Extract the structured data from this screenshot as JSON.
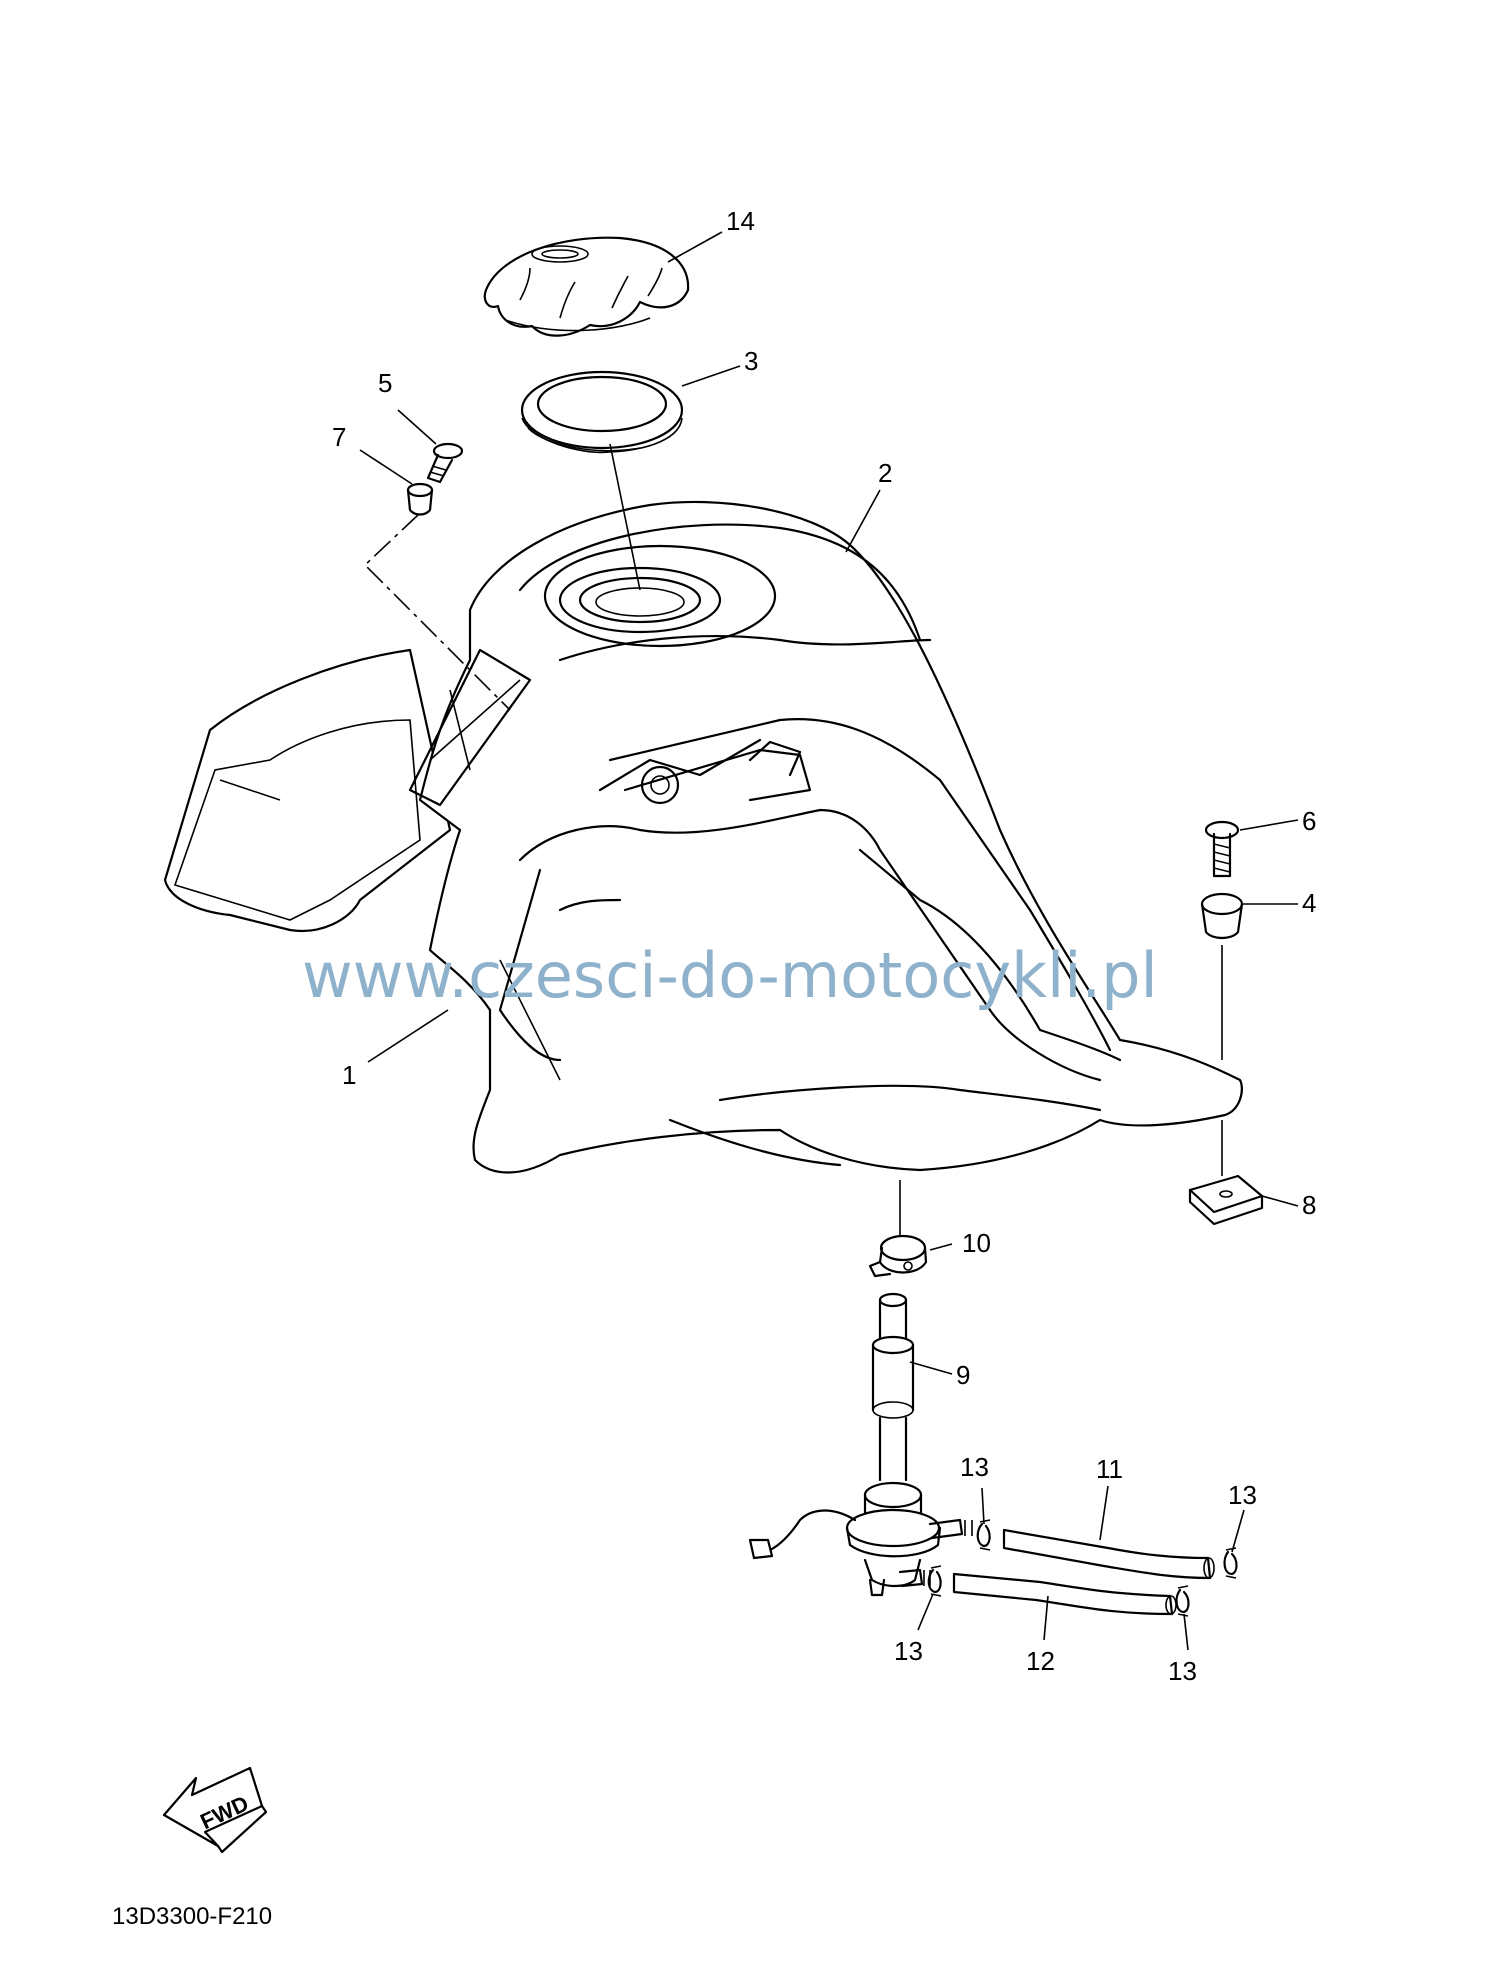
{
  "watermark": "www.czesci-do-motocykli.pl",
  "drawing_code": "13D3300-F210",
  "fwd_label": "FWD",
  "callouts": {
    "c1": "1",
    "c2": "2",
    "c3": "3",
    "c4": "4",
    "c5": "5",
    "c6": "6",
    "c7": "7",
    "c8": "8",
    "c9": "9",
    "c10": "10",
    "c11": "11",
    "c12": "12",
    "c13a": "13",
    "c13b": "13",
    "c13c": "13",
    "c13d": "13",
    "c14": "14"
  }
}
